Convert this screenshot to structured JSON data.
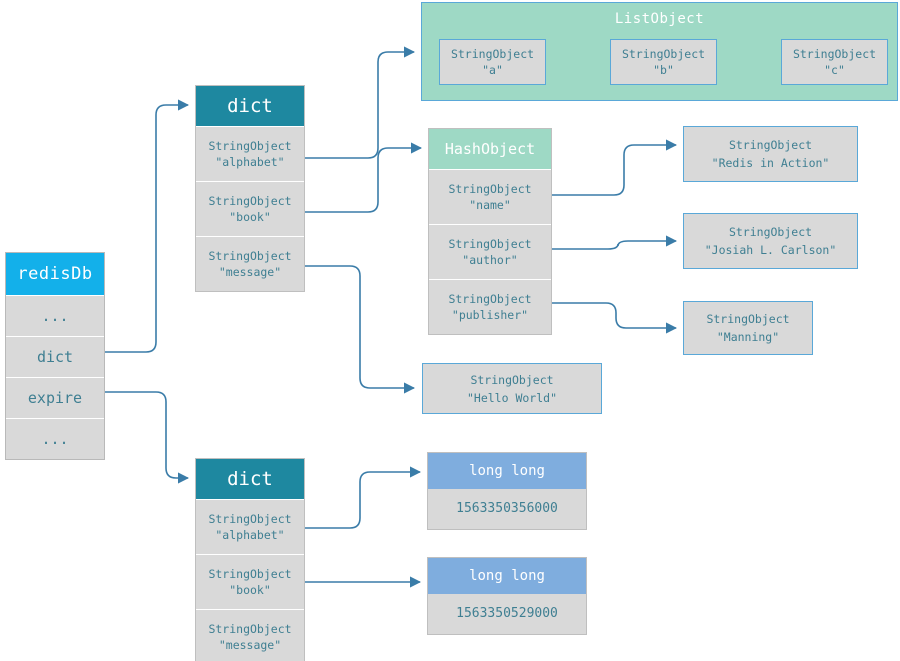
{
  "diagram": {
    "title": "Redis database structure diagram",
    "colors": {
      "redisdb_header": "#13b0ea",
      "dict_header": "#1e88a0",
      "hash_header": "#9ed9c5",
      "list_panel": "#9ed9c5",
      "long_header": "#7fadde",
      "box_fill": "#d9d9d9",
      "box_border": "#5aa8d8",
      "text": "#3f7f92",
      "connector": "#3a7ca8"
    }
  },
  "redisdb": {
    "header": "redisDb",
    "rows": [
      {
        "label": "..."
      },
      {
        "label": "dict"
      },
      {
        "label": "expire"
      },
      {
        "label": "..."
      }
    ]
  },
  "dict_main": {
    "header": "dict",
    "rows": [
      {
        "type": "StringObject",
        "value": "\"alphabet\""
      },
      {
        "type": "StringObject",
        "value": "\"book\""
      },
      {
        "type": "StringObject",
        "value": "\"message\""
      }
    ]
  },
  "dict_expire": {
    "header": "dict",
    "rows": [
      {
        "type": "StringObject",
        "value": "\"alphabet\""
      },
      {
        "type": "StringObject",
        "value": "\"book\""
      },
      {
        "type": "StringObject",
        "value": "\"message\""
      }
    ]
  },
  "list_object": {
    "title": "ListObject",
    "items": [
      {
        "type": "StringObject",
        "value": "\"a\""
      },
      {
        "type": "StringObject",
        "value": "\"b\""
      },
      {
        "type": "StringObject",
        "value": "\"c\""
      }
    ]
  },
  "hash_object": {
    "header": "HashObject",
    "rows": [
      {
        "type": "StringObject",
        "value": "\"name\""
      },
      {
        "type": "StringObject",
        "value": "\"author\""
      },
      {
        "type": "StringObject",
        "value": "\"publisher\""
      }
    ]
  },
  "hash_values": [
    {
      "type": "StringObject",
      "value": "\"Redis  in  Action\""
    },
    {
      "type": "StringObject",
      "value": "\"Josiah  L.  Carlson\""
    },
    {
      "type": "StringObject",
      "value": "\"Manning\""
    }
  ],
  "message_value": {
    "type": "StringObject",
    "value": "\"Hello  World\""
  },
  "expire_values": [
    {
      "type": "long  long",
      "value": "1563350356000"
    },
    {
      "type": "long  long",
      "value": "1563350529000"
    }
  ]
}
